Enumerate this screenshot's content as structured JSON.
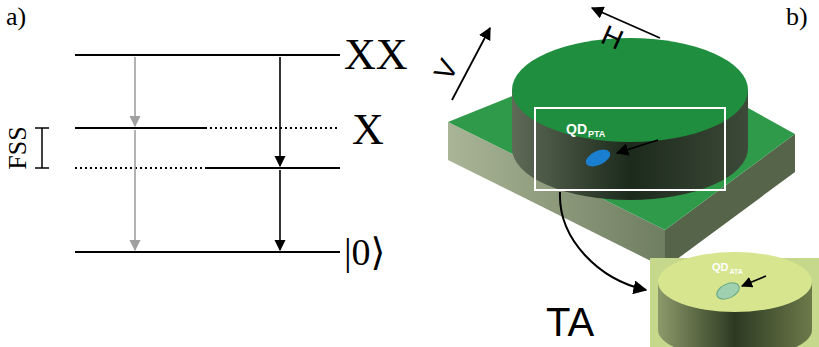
{
  "diagram": {
    "labels": [
      "a)",
      "b)",
      "XX",
      "X",
      "|0⟩",
      "FSS",
      "V",
      "H",
      "QD",
      "PTA",
      "QD",
      "ATA",
      "TA"
    ]
  }
}
